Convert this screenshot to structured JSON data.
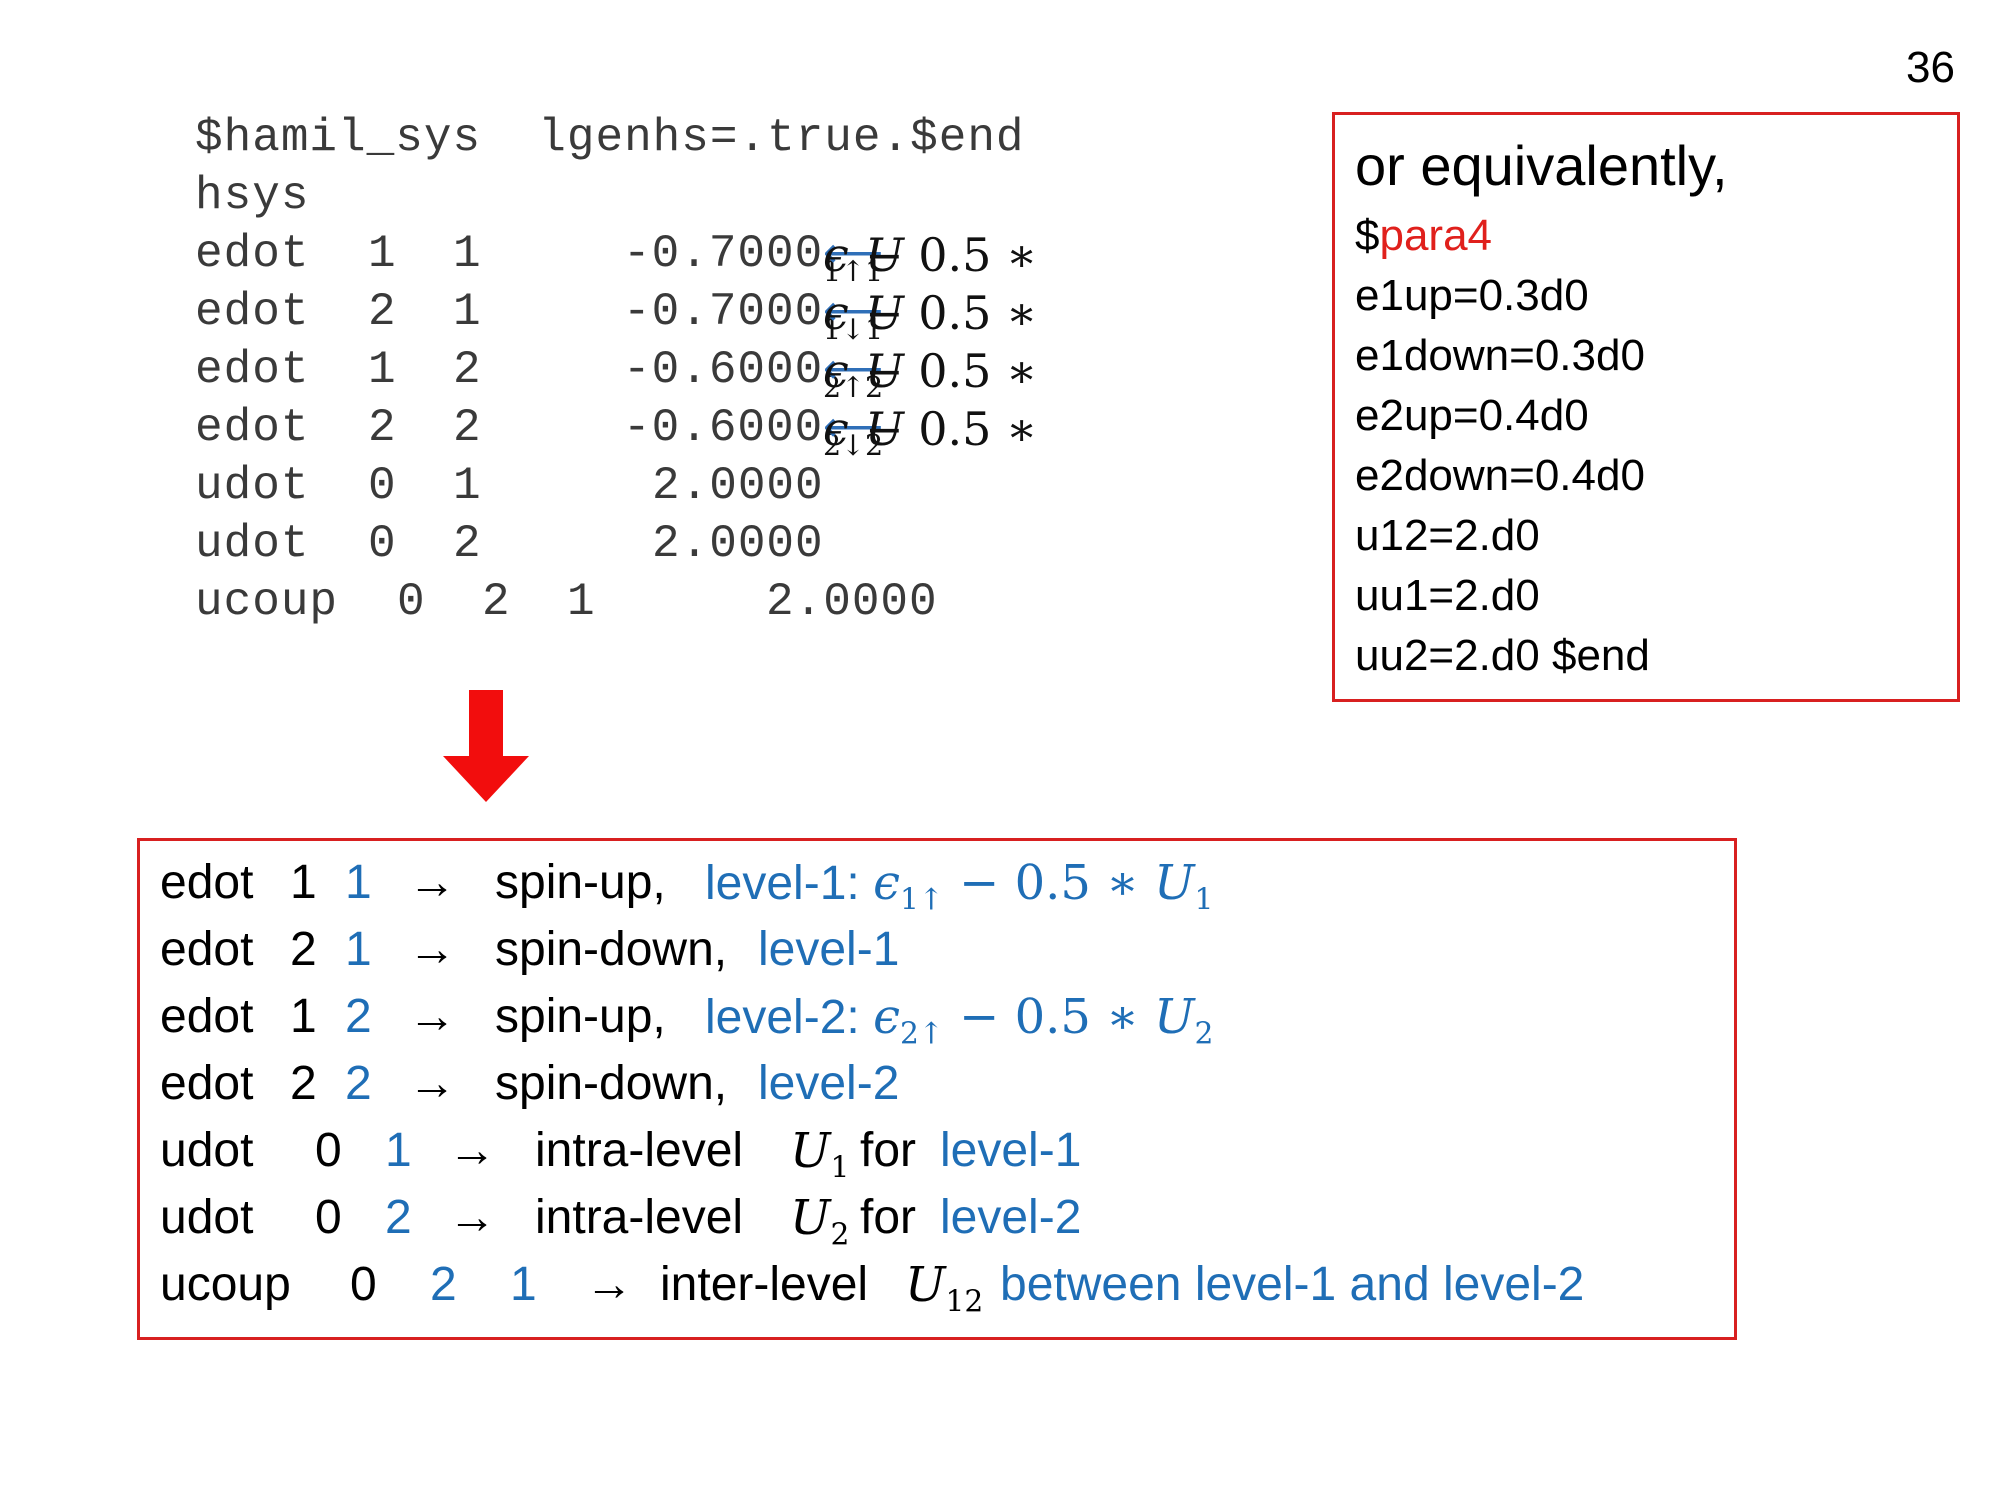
{
  "page_number": "36",
  "code": {
    "header": "$hamil_sys  lgenhs=.true.$end",
    "hsys": "hsys",
    "rows": [
      {
        "k": "edot",
        "a": "1",
        "b": "1",
        "v": "-0.7000",
        "annot": {
          "sym": "ϵ",
          "sub": "1↑",
          "rest": " − 0.5 ∗ ",
          "U": "U",
          "usub": "1"
        }
      },
      {
        "k": "edot",
        "a": "2",
        "b": "1",
        "v": "-0.7000",
        "annot": {
          "sym": "ϵ",
          "sub": "1↓",
          "rest": " − 0.5 ∗ ",
          "U": "U",
          "usub": "1"
        }
      },
      {
        "k": "edot",
        "a": "1",
        "b": "2",
        "v": "-0.6000",
        "annot": {
          "sym": "ϵ",
          "sub": "2↑",
          "rest": " − 0.5 ∗ ",
          "U": "U",
          "usub": "2"
        }
      },
      {
        "k": "edot",
        "a": "2",
        "b": "2",
        "v": "-0.6000",
        "annot": {
          "sym": "ϵ",
          "sub": "2↓",
          "rest": " − 0.5 ∗ ",
          "U": "U",
          "usub": "2"
        }
      },
      {
        "k": "udot",
        "a": "0",
        "b": "1",
        "v": "2.0000"
      },
      {
        "k": "udot",
        "a": "0",
        "b": "2",
        "v": "2.0000"
      }
    ],
    "ucoup": {
      "k": "ucoup",
      "a": "0",
      "b": "2",
      "c": "1",
      "v": "2.0000"
    },
    "arrow_glyph": "⟵"
  },
  "equiv_box": {
    "title": "or equivalently,",
    "dollar": "$",
    "para": "para4",
    "lines": [
      "e1up=0.3d0",
      "e1down=0.3d0",
      "e2up=0.4d0",
      "e2down=0.4d0",
      "u12=2.d0",
      "uu1=2.d0",
      "uu2=2.d0  $end"
    ]
  },
  "explain": {
    "arrow": "→",
    "rows": [
      {
        "k": "edot",
        "a": "1",
        "b": "1",
        "desc": "spin-up,",
        "level": "level-1:",
        "math": "ϵ",
        "msub": "1↑",
        "mrest": " − 0.5 ∗ ",
        "mU": "U",
        "mUsub": "1"
      },
      {
        "k": "edot",
        "a": "2",
        "b": "1",
        "desc": "spin-down,",
        "level": "level-1"
      },
      {
        "k": "edot",
        "a": "1",
        "b": "2",
        "desc": "spin-up,",
        "level": "level-2:",
        "math": "ϵ",
        "msub": "2↑",
        "mrest": " − 0.5 ∗ ",
        "mU": "U",
        "mUsub": "2"
      },
      {
        "k": "edot",
        "a": "2",
        "b": "2",
        "desc": "spin-down,",
        "level": "level-2"
      },
      {
        "k": "udot",
        "a": "0",
        "b": "1",
        "desc": "intra-level",
        "U": "U",
        "Usub": "1",
        "for": "for",
        "level": "level-1"
      },
      {
        "k": "udot",
        "a": "0",
        "b": "2",
        "desc": "intra-level",
        "U": "U",
        "Usub": "2",
        "for": "for",
        "level": "level-2"
      },
      {
        "k": "ucoup",
        "a": "0",
        "b": "2",
        "c": "1",
        "desc": "inter-level",
        "U": "U",
        "Usub": "12",
        "tail": "between level-1 and level-2"
      }
    ]
  },
  "colors": {
    "red": "#e0201c",
    "blue": "#1f6eb6",
    "arrow_blue": "#2f6fb8"
  }
}
